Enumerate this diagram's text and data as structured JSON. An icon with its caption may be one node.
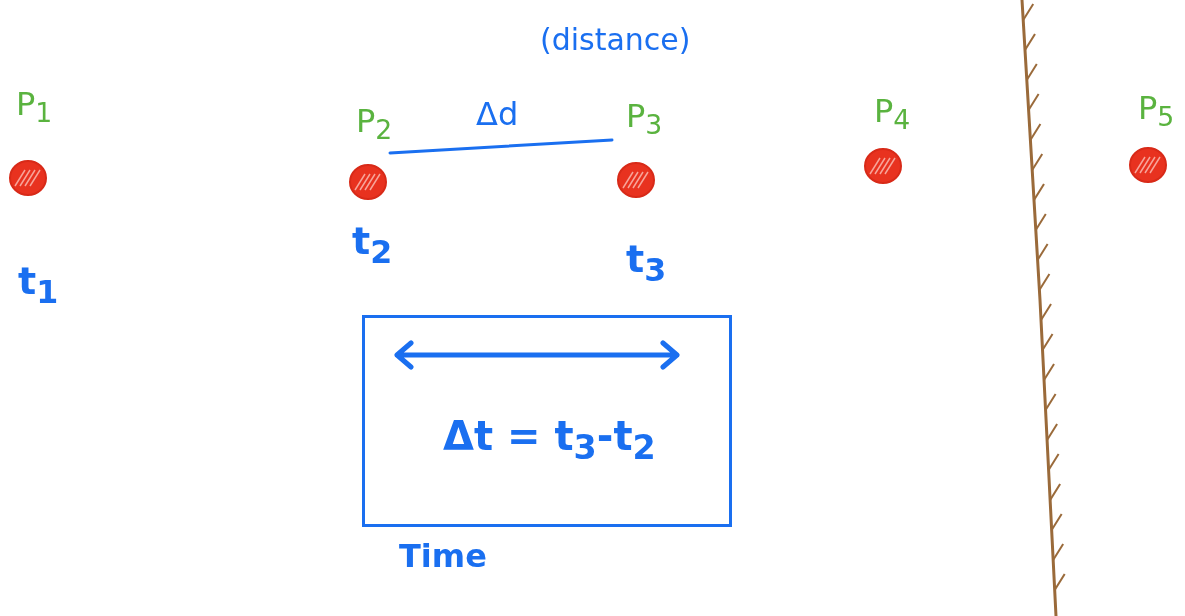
{
  "diagram": {
    "nodes": [
      {
        "text": [
          "P$_{1}$"
        ],
        "beside": [
          "t$_{1}$"
        ]
      },
      {
        "text": [
          "P$_{2}$"
        ],
        "beside": [
          "t$_{2}$"
        ]
      },
      {
        "text": [
          "P$_{3}$"
        ],
        "beside": [
          "t$_{3}$"
        ]
      },
      {
        "text": [
          "P$_{4}$"
        ]
      },
      {
        "text": [
          "P$_{5}$"
        ]
      },
      {
        "text": [
          "Δt = t$_{3}$-t$_{2}$"
        ],
        "beside": [
          "Time"
        ]
      }
    ],
    "labels": [
      "(distance)",
      "Δd"
    ]
  }
}
